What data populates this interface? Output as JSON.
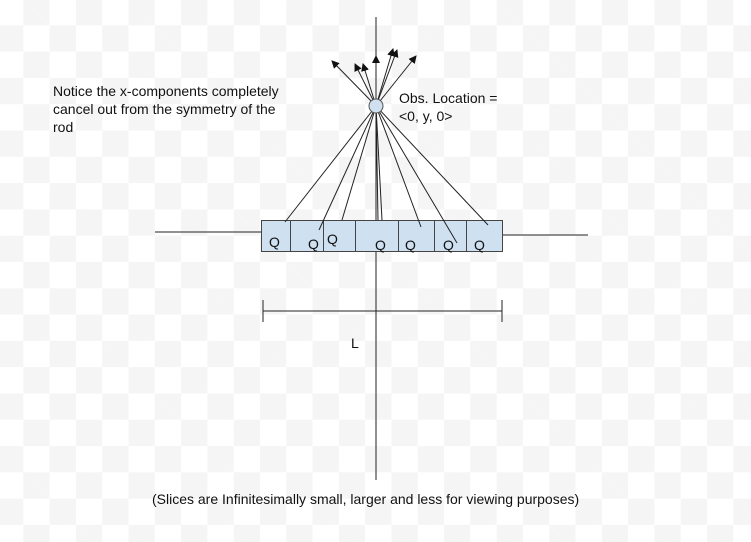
{
  "note": [
    "Notice the x-components completely",
    "cancel out from the symmetry of the",
    "rod"
  ],
  "observer": {
    "line1": "Obs. Location =",
    "line2": "<0, y, 0>"
  },
  "charge_label": "Q",
  "charges": [
    "Q",
    "Q",
    "Q",
    "Q",
    "Q",
    "Q",
    "Q"
  ],
  "length_label": "L",
  "caption": "(Slices are Infinitesimally small, larger and less for viewing purposes)",
  "colors": {
    "rod_fill": "#cfe0f1",
    "line": "#222222"
  }
}
